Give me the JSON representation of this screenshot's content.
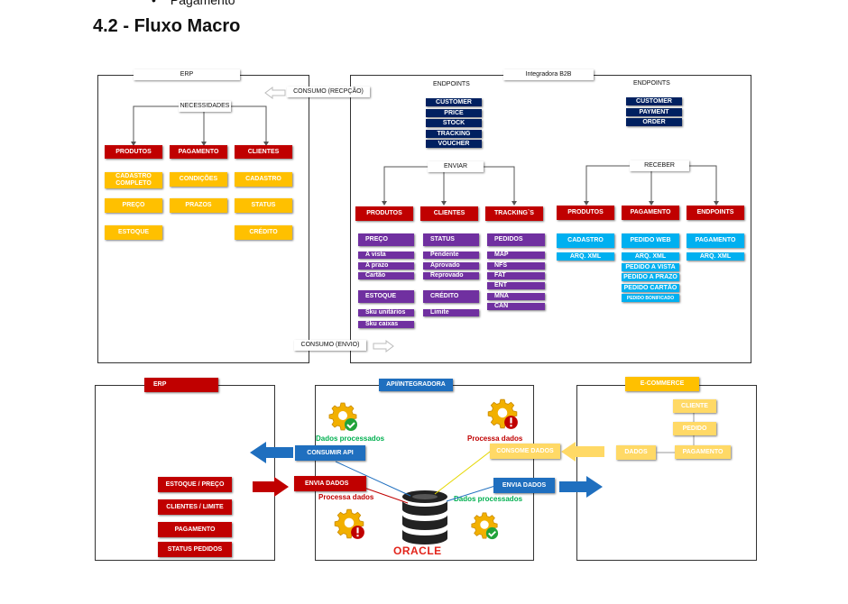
{
  "doc": {
    "bullet_text": "Pagamento",
    "heading": "4.2 - Fluxo Macro"
  },
  "top": {
    "erp_title": "ERP",
    "integ_title": "Integradora B2B",
    "consumo_recepcao": "CONSUMO (RECPÇÃO)",
    "consumo_envio": "CONSUMO (ENVIO)",
    "necessidades": "NECESSIDADES",
    "erp_cols": [
      {
        "header": "PRODUTOS",
        "items": [
          "CADASTRO\nCOMPLETO",
          "PREÇO",
          "ESTOQUE"
        ]
      },
      {
        "header": "PAGAMENTO",
        "items": [
          "CONDIÇÕES",
          "PRAZOS"
        ]
      },
      {
        "header": "CLIENTES",
        "items": [
          "CADASTRO",
          "STATUS",
          "CRÉDITO"
        ]
      }
    ],
    "endpoints_left": {
      "title": "ENDPOINTS",
      "items": [
        "CUSTOMER",
        "PRICE",
        "STOCK",
        "TRACKING",
        "VOUCHER"
      ]
    },
    "endpoints_right": {
      "title": "ENDPOINTS",
      "items": [
        "CUSTOMER",
        "PAYMENT",
        "ORDER"
      ]
    },
    "enviar": "ENVIAR",
    "receber": "RECEBER",
    "enviar_cols": [
      {
        "header": "PRODUTOS"
      },
      {
        "header": "CLIENTES"
      },
      {
        "header": "TRACKING`S"
      }
    ],
    "receber_cols": [
      {
        "header": "PRODUTOS"
      },
      {
        "header": "PAGAMENTO"
      },
      {
        "header": "ENDPOINTS"
      }
    ],
    "preco": {
      "title": "PREÇO",
      "items": [
        "A vista",
        "A prazo",
        "Cartão"
      ]
    },
    "estoque": {
      "title": "ESTOQUE",
      "items": [
        "Sku unitários",
        "Sku caixas"
      ]
    },
    "status": {
      "title": "STATUS",
      "items": [
        "Pendente",
        "Aprovado",
        "Reprovado"
      ]
    },
    "credito": {
      "title": "CRÉDITO",
      "items": [
        "Limite"
      ]
    },
    "pedidos": {
      "title": "PEDIDOS",
      "items": [
        "MAP",
        "NFS",
        "FAT",
        "ENT",
        "MNA",
        "CAN"
      ]
    },
    "cadastro": {
      "title": "CADASTRO",
      "items": [
        "ARQ. XML"
      ]
    },
    "pedido_web": {
      "title": "PEDIDO WEB",
      "items": [
        "ARQ. XML",
        "PEDIDO A VISTA",
        "PEDIDO A PRAZO",
        "PEDIDO CARTÃO",
        "PEDIDO BONIFICADO"
      ]
    },
    "pagamento": {
      "title": "PAGAMENTO",
      "items": [
        "ARQ. XML"
      ]
    }
  },
  "bottom": {
    "erp_title": "ERP",
    "api_title": "API/INTEGRADORA",
    "ecom_title": "E-COMMERCE",
    "dados_processados_left": "Dados processados",
    "processa_dados_right": "Processa dados",
    "processa_dados_left": "Processa dados",
    "dados_processados_right": "Dados processados",
    "consumir_api": "CONSUMIR API",
    "envia_dados_left": "ENVIA DADOS",
    "consome_dados": "CONSOME DADOS",
    "envia_dados_right": "ENVIA DADOS",
    "erp_items": [
      "ESTOQUE / PREÇO",
      "CLIENTES / LIMITE",
      "PAGAMENTO",
      "STATUS PEDIDOS"
    ],
    "ecom_dados": "DADOS",
    "ecom_items": [
      "CLIENTE",
      "PEDIDO",
      "PAGAMENTO"
    ],
    "oracle": "ORACLE"
  },
  "colors": {
    "red": "#c00000",
    "yellow": "#ffc000",
    "purple": "#7030a0",
    "cyan": "#00b0f0",
    "navy": "#002060",
    "arrow_blue": "#1f6fbf",
    "green_text": "#00b050"
  }
}
